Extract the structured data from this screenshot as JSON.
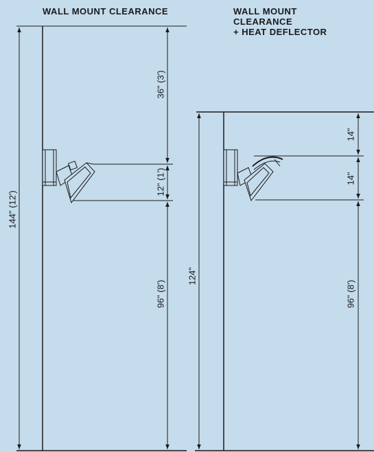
{
  "titles": {
    "left": "WALL MOUNT CLEARANCE",
    "right_line1": "WALL MOUNT",
    "right_line2": "CLEARANCE",
    "right_line3": "+ HEAT DEFLECTOR"
  },
  "left_diagram": {
    "total": "144\" (12')",
    "top": "36\" (3')",
    "middle": "12\" (1')",
    "bottom": "96\" (8')"
  },
  "right_diagram": {
    "total": "124\"",
    "top": "14\"",
    "middle": "14\"",
    "bottom": "96\" (8')"
  },
  "colors": {
    "background": "#c5dcec",
    "line": "#1a1a1a"
  }
}
